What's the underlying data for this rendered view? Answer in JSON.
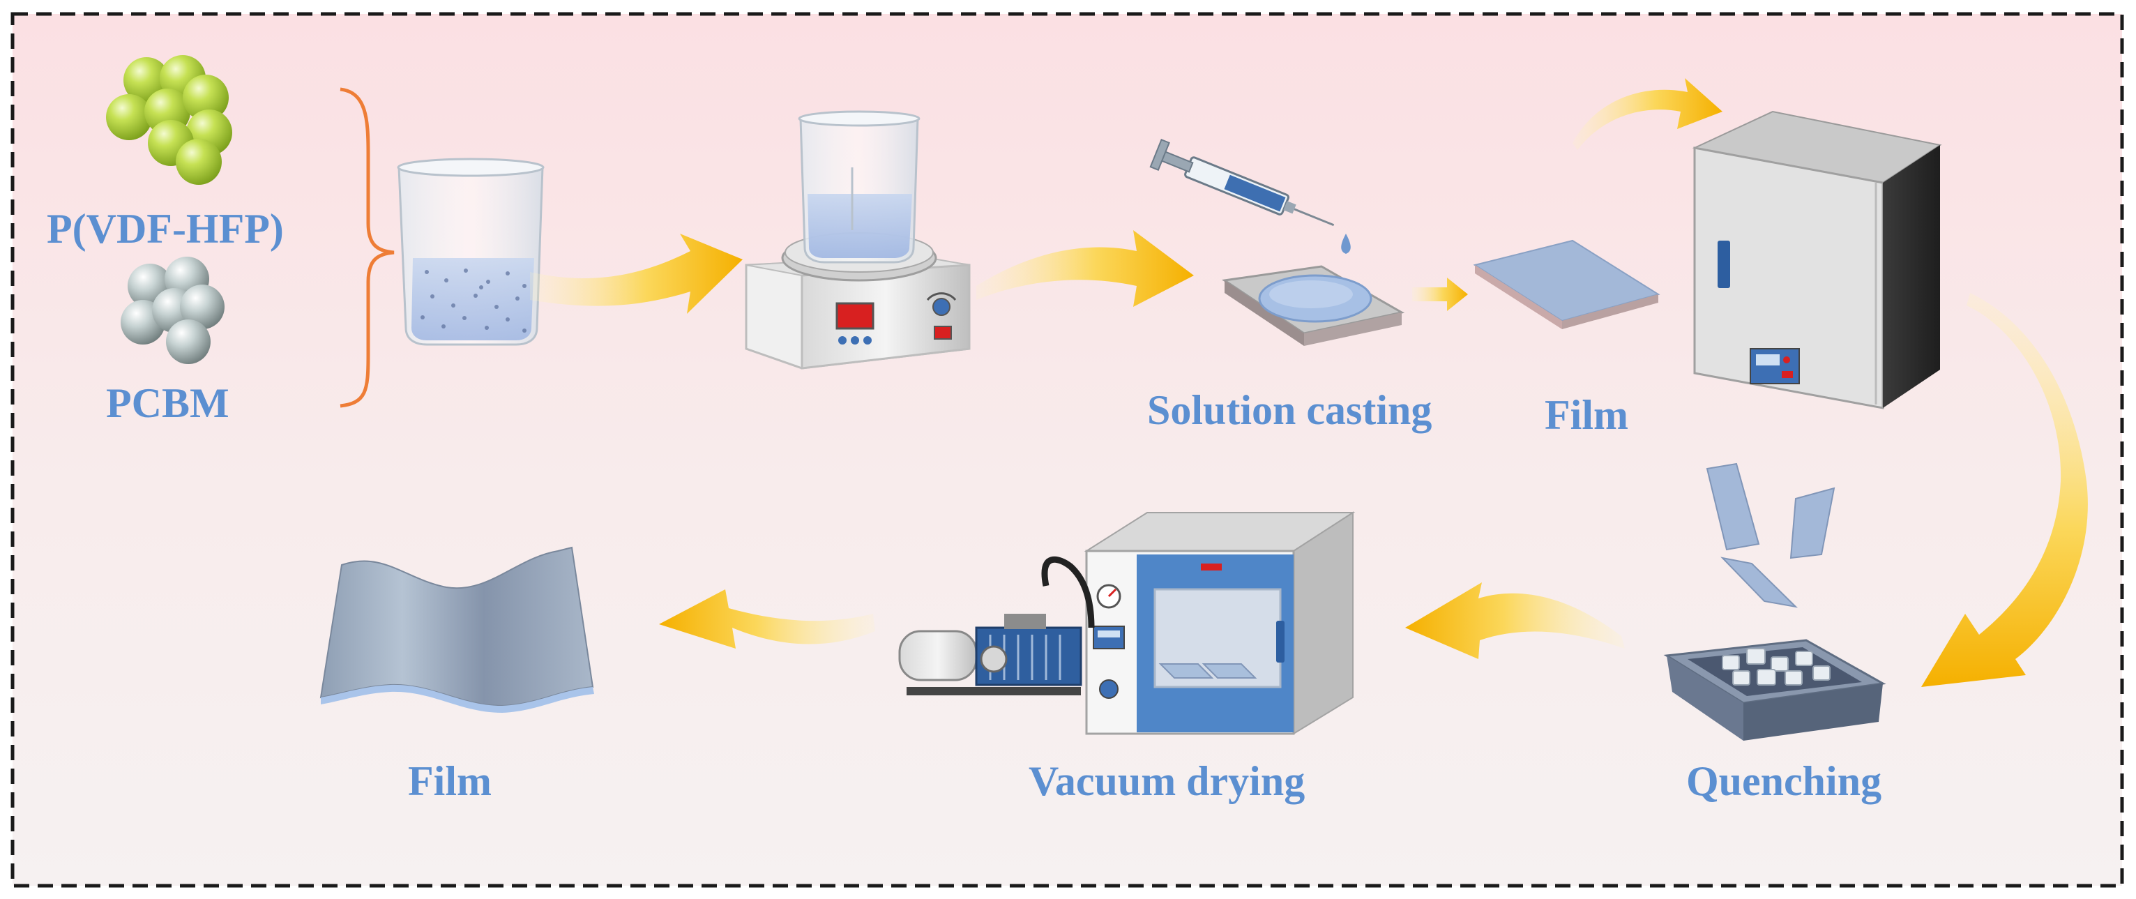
{
  "colors": {
    "label": "#5b8fd1",
    "background_top": "#fde6e8",
    "background_mid": "#f7ecec",
    "border": "#1a1a1a",
    "arrow_yellow": "#f7b400",
    "brace": "#ee7d36",
    "pvdf_ball": "#b4d440",
    "pcbm_ball": "#b9c7c7",
    "film_blue": "#9fb6d6",
    "oven_blue": "#4f86c8"
  },
  "labels": {
    "pvdf_hfp": "P(VDF-HFP)",
    "pcbm": "PCBM",
    "solution_casting": "Solution casting",
    "film_top": "Film",
    "quenching": "Quenching",
    "vacuum_drying": "Vacuum drying",
    "film_bottom": "Film"
  }
}
